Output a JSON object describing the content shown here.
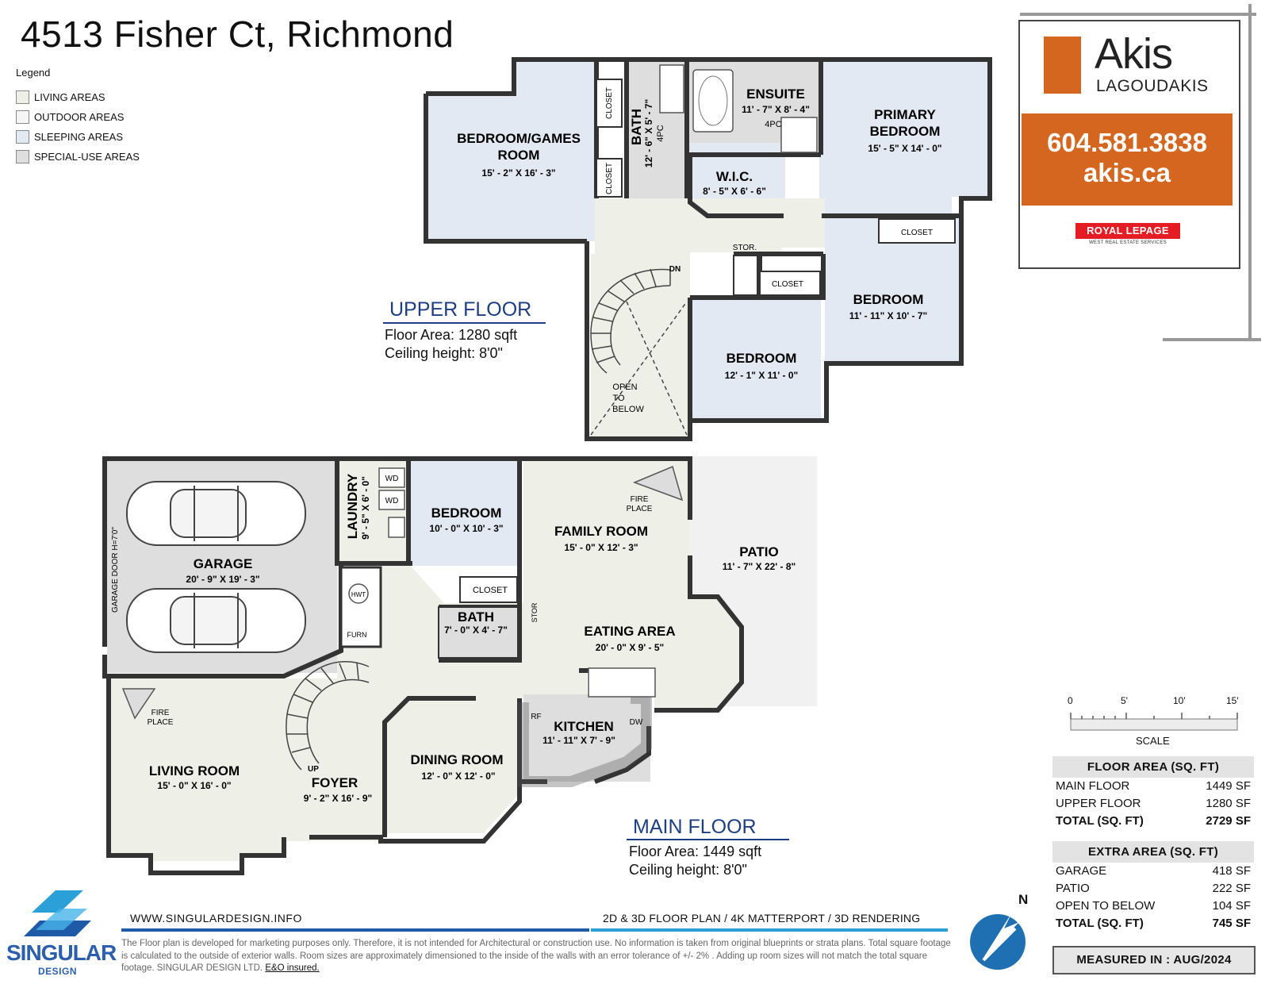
{
  "title": "4513 Fisher Ct, Richmond",
  "legend": {
    "title": "Legend",
    "items": [
      {
        "label": "LIVING AREAS",
        "color": "#eef0e8"
      },
      {
        "label": "OUTDOOR AREAS",
        "color": "#f5f5f5"
      },
      {
        "label": "SLEEPING AREAS",
        "color": "#e3e9f2"
      },
      {
        "label": "SPECIAL-USE AREAS",
        "color": "#dedede"
      }
    ]
  },
  "upper_floor": {
    "title": "UPPER FLOOR",
    "area": "Floor Area: 1280 sqft",
    "ceiling": "Ceiling height: 8'0\"",
    "rooms": {
      "games_1": "BEDROOM/GAMES",
      "games_2": "ROOM",
      "games_dim": "15' - 2\" X 16' - 3\"",
      "closet_a": "CLOSET",
      "closet_b": "CLOSET",
      "bath": "BATH",
      "bath_dim": "12' - 6\" X 5' - 7\"",
      "bath_pc": "4PC",
      "ensuite": "ENSUITE",
      "ensuite_dim": "11' - 7\" X 8' - 4\"",
      "ensuite_pc": "4PC",
      "primary_1": "PRIMARY",
      "primary_2": "BEDROOM",
      "primary_dim": "15' - 5\" X 14' - 0\"",
      "wic": "W.I.C.",
      "wic_dim": "8' - 5\" X 6' - 6\"",
      "stor": "STOR.",
      "dn": "DN",
      "closet_c": "CLOSET",
      "closet_d": "CLOSET",
      "bed_right": "BEDROOM",
      "bed_right_dim": "11' - 11\" X 10' - 7\"",
      "bed_mid": "BEDROOM",
      "bed_mid_dim": "12' - 1\" X 11' - 0\"",
      "open_1": "OPEN",
      "open_2": "TO",
      "open_3": "BELOW"
    }
  },
  "main_floor": {
    "title": "MAIN FLOOR",
    "area": "Floor Area: 1449 sqft",
    "ceiling": "Ceiling height: 8'0\"",
    "rooms": {
      "garage": "GARAGE",
      "garage_dim": "20' - 9\" X 19' - 3\"",
      "garage_door": "GARAGE DOOR H=7'0\"",
      "laundry": "LAUNDRY",
      "laundry_dim": "9' - 5\" X 6' - 0\"",
      "wd1": "WD",
      "wd2": "WD",
      "bedroom": "BEDROOM",
      "bedroom_dim": "10' - 0\" X 10' - 3\"",
      "closet": "CLOSET",
      "bath": "BATH",
      "bath_dim": "7' - 0\" X 4' - 7\"",
      "stor": "STOR",
      "hwt": "HWT",
      "furn": "FURN",
      "family": "FAMILY ROOM",
      "family_dim": "15' - 0\" X 12' - 3\"",
      "fire_1": "FIRE",
      "fire_2": "PLACE",
      "patio": "PATIO",
      "patio_dim": "11' - 7\" X 22' - 8\"",
      "eating": "EATING AREA",
      "eating_dim": "20' - 0\" X 9' - 5\"",
      "kitchen": "KITCHEN",
      "kitchen_dim": "11' - 11\" X 7' - 9\"",
      "rf": "RF",
      "dw": "DW",
      "living": "LIVING ROOM",
      "living_dim": "15' - 0\" X 16' - 0\"",
      "foyer": "FOYER",
      "foyer_dim": "9' - 2\" X 16' - 9\"",
      "up": "UP",
      "dining": "DINING ROOM",
      "dining_dim": "12' - 0\" X 12' - 0\""
    }
  },
  "agent": {
    "name": "Akis",
    "surname": "LAGOUDAKIS",
    "phone": "604.581.3838",
    "website": "akis.ca",
    "brokerage": "ROYAL LEPAGE",
    "brokerage_sub": "WEST REAL ESTATE SERVICES",
    "accent": "#d4661f"
  },
  "scale": {
    "ticks": [
      "0",
      "5'",
      "10'",
      "15'"
    ],
    "label": "SCALE"
  },
  "floor_area_table": {
    "title": "FLOOR AREA (SQ. FT)",
    "rows": [
      {
        "label": "MAIN FLOOR",
        "value": "1449 SF"
      },
      {
        "label": "UPPER FLOOR",
        "value": "1280 SF"
      }
    ],
    "total": {
      "label": "TOTAL (SQ. FT)",
      "value": "2729 SF"
    }
  },
  "extra_area_table": {
    "title": "EXTRA AREA (SQ. FT)",
    "rows": [
      {
        "label": "GARAGE",
        "value": "418 SF"
      },
      {
        "label": "PATIO",
        "value": "222 SF"
      },
      {
        "label": "OPEN TO BELOW",
        "value": "104 SF"
      }
    ],
    "total": {
      "label": "TOTAL (SQ. FT)",
      "value": "745 SF"
    }
  },
  "measured": "MEASURED IN : AUG/2024",
  "compass": "N",
  "footer": {
    "brand": "SINGULAR",
    "brand_sub": "DESIGN",
    "url": "WWW.SINGULARDESIGN.INFO",
    "services": "2D & 3D FLOOR PLAN / 4K MATTERPORT / 3D RENDERING",
    "disclaimer": "The Floor plan is developed for marketing purposes only. Therefore, it is not intended for Architectural or construction use. No information is taken from original blueprints or strata plans. Total square footage is calculated to the outside of exterior walls. Room sizes are approximately dimensioned to the inside of the walls with an error tolerance of +/- 2% . Adding up room sizes will not match the total square footage. SINGULAR DESIGN LTD.",
    "eo": "E&O insured."
  }
}
